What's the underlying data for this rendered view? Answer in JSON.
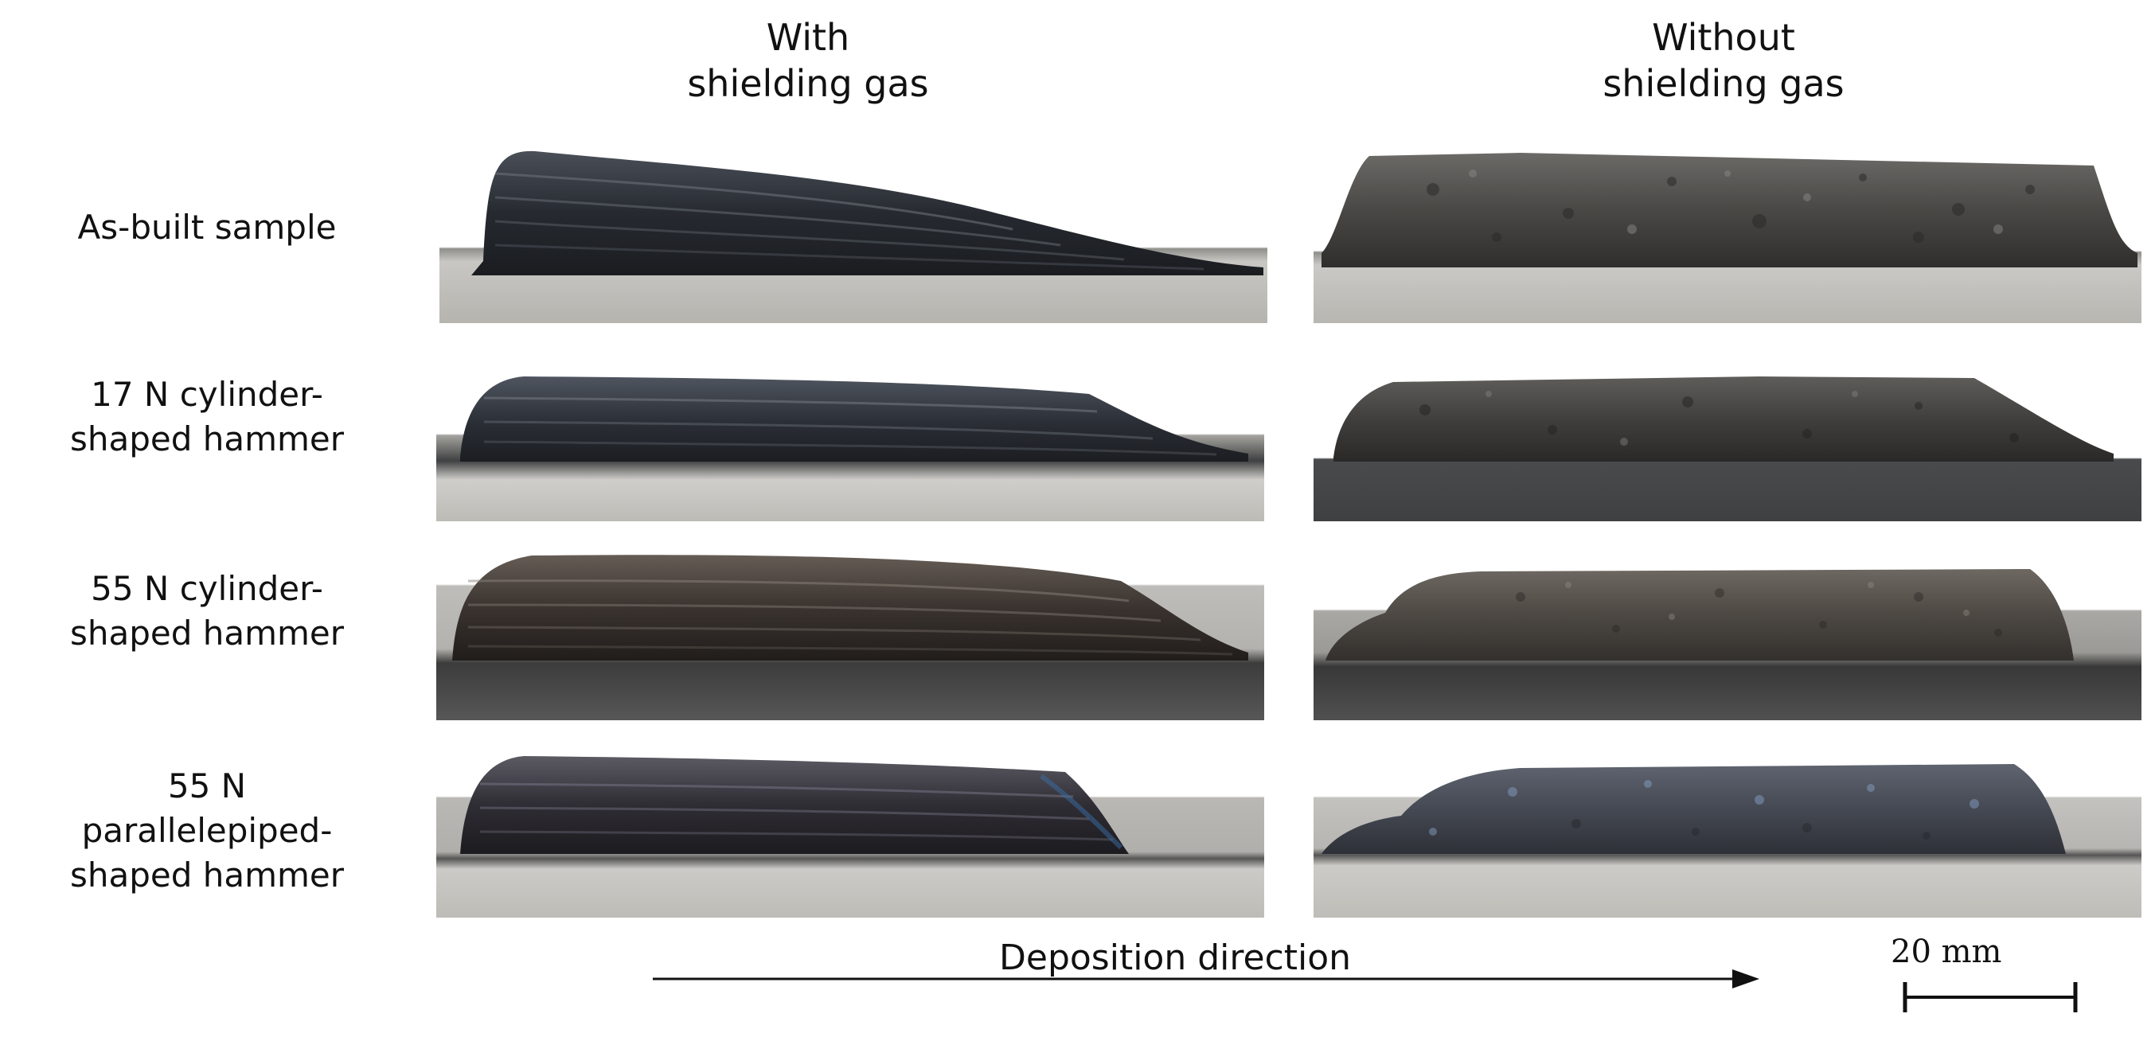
{
  "columns": {
    "with_gas": "With\nshielding gas",
    "without_gas": "Without\nshielding gas"
  },
  "rows": [
    {
      "label": "As-built sample"
    },
    {
      "label": "17 N cylinder-\nshaped hammer"
    },
    {
      "label": "55 N cylinder-\nshaped hammer"
    },
    {
      "label": "55 N\nparallelepiped-\nshaped hammer"
    }
  ],
  "footer": {
    "direction_label": "Deposition direction",
    "scale_label": "20 mm"
  },
  "colors": {
    "text": "#111111",
    "substrate_light": "#bdbcb7",
    "substrate_dark": "#4a4b4c",
    "deposit_with_gas": "#2a2d32",
    "deposit_without_gas": "#54514d"
  }
}
